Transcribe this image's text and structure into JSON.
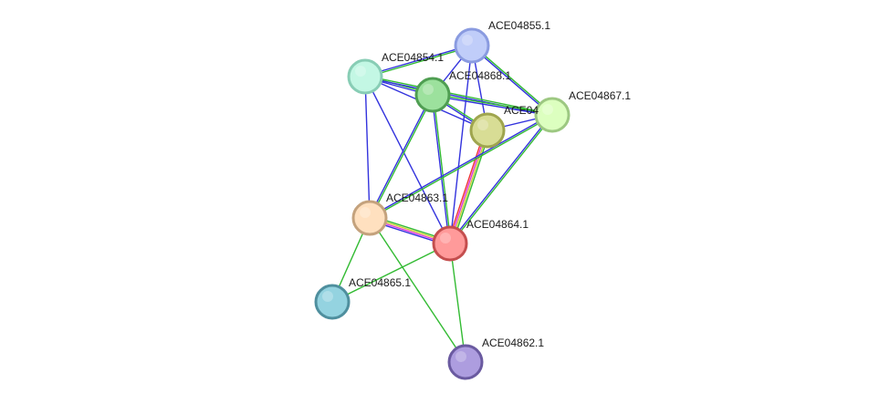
{
  "nodes": [
    {
      "id": "ACE04855.1",
      "label": "ACE04855.1",
      "fill": "#c0cdf9",
      "stroke": "#8a9be0"
    },
    {
      "id": "ACE04854.1",
      "label": "ACE04854.1",
      "fill": "#c3f7e4",
      "stroke": "#88cdb5"
    },
    {
      "id": "ACE04868.1",
      "label": "ACE04868.1",
      "fill": "#9ce19d",
      "stroke": "#4f9e52"
    },
    {
      "id": "ACE04866.1",
      "label": "ACE04",
      "fill": "#d8dd95",
      "stroke": "#9fa54e"
    },
    {
      "id": "ACE04867.1",
      "label": "ACE04867.1",
      "fill": "#dcffbf",
      "stroke": "#9dc882"
    },
    {
      "id": "ACE04863.1",
      "label": "ACE04863.1",
      "fill": "#ffe0bf",
      "stroke": "#c4a27d"
    },
    {
      "id": "ACE04864.1",
      "label": "ACE04864.1",
      "fill": "#ff9a9a",
      "stroke": "#c44e4e"
    },
    {
      "id": "ACE04865.1",
      "label": "ACE04865.1",
      "fill": "#94d3e0",
      "stroke": "#4f8f9e"
    },
    {
      "id": "ACE04862.1",
      "label": "ACE04862.1",
      "fill": "#ad9ddf",
      "stroke": "#6a5aa0"
    }
  ],
  "edges": [
    {
      "source": "ACE04855.1",
      "target": "ACE04854.1",
      "colors": [
        "#33bb33",
        "#3333dd"
      ]
    },
    {
      "source": "ACE04855.1",
      "target": "ACE04868.1",
      "colors": [
        "#3333dd"
      ]
    },
    {
      "source": "ACE04855.1",
      "target": "ACE04866.1",
      "colors": [
        "#3333dd"
      ]
    },
    {
      "source": "ACE04855.1",
      "target": "ACE04867.1",
      "colors": [
        "#33bb33",
        "#3333dd"
      ]
    },
    {
      "source": "ACE04855.1",
      "target": "ACE04864.1",
      "colors": [
        "#3333dd"
      ]
    },
    {
      "source": "ACE04854.1",
      "target": "ACE04868.1",
      "colors": [
        "#33bb33",
        "#3333dd"
      ]
    },
    {
      "source": "ACE04854.1",
      "target": "ACE04866.1",
      "colors": [
        "#3333dd"
      ]
    },
    {
      "source": "ACE04854.1",
      "target": "ACE04867.1",
      "colors": [
        "#33bb33",
        "#3333dd"
      ]
    },
    {
      "source": "ACE04854.1",
      "target": "ACE04863.1",
      "colors": [
        "#3333dd"
      ]
    },
    {
      "source": "ACE04854.1",
      "target": "ACE04864.1",
      "colors": [
        "#3333dd"
      ]
    },
    {
      "source": "ACE04868.1",
      "target": "ACE04866.1",
      "colors": [
        "#33bb33",
        "#3333dd"
      ]
    },
    {
      "source": "ACE04868.1",
      "target": "ACE04867.1",
      "colors": [
        "#33bb33",
        "#3333dd"
      ]
    },
    {
      "source": "ACE04868.1",
      "target": "ACE04863.1",
      "colors": [
        "#33bb33",
        "#3333dd"
      ]
    },
    {
      "source": "ACE04868.1",
      "target": "ACE04864.1",
      "colors": [
        "#33bb33",
        "#3333dd"
      ]
    },
    {
      "source": "ACE04866.1",
      "target": "ACE04867.1",
      "colors": [
        "#3333dd"
      ]
    },
    {
      "source": "ACE04866.1",
      "target": "ACE04864.1",
      "colors": [
        "#33bb33",
        "#cccc33",
        "#dd33dd",
        "#ee3333"
      ]
    },
    {
      "source": "ACE04867.1",
      "target": "ACE04863.1",
      "colors": [
        "#33bb33",
        "#3333dd"
      ]
    },
    {
      "source": "ACE04867.1",
      "target": "ACE04864.1",
      "colors": [
        "#33bb33",
        "#3333dd"
      ]
    },
    {
      "source": "ACE04863.1",
      "target": "ACE04864.1",
      "colors": [
        "#33bb33",
        "#cccc33",
        "#dd33dd",
        "#3333dd"
      ]
    },
    {
      "source": "ACE04863.1",
      "target": "ACE04865.1",
      "colors": [
        "#33bb33"
      ]
    },
    {
      "source": "ACE04863.1",
      "target": "ACE04862.1",
      "colors": [
        "#33bb33"
      ]
    },
    {
      "source": "ACE04864.1",
      "target": "ACE04865.1",
      "colors": [
        "#33bb33"
      ]
    },
    {
      "source": "ACE04864.1",
      "target": "ACE04862.1",
      "colors": [
        "#33bb33"
      ]
    }
  ]
}
